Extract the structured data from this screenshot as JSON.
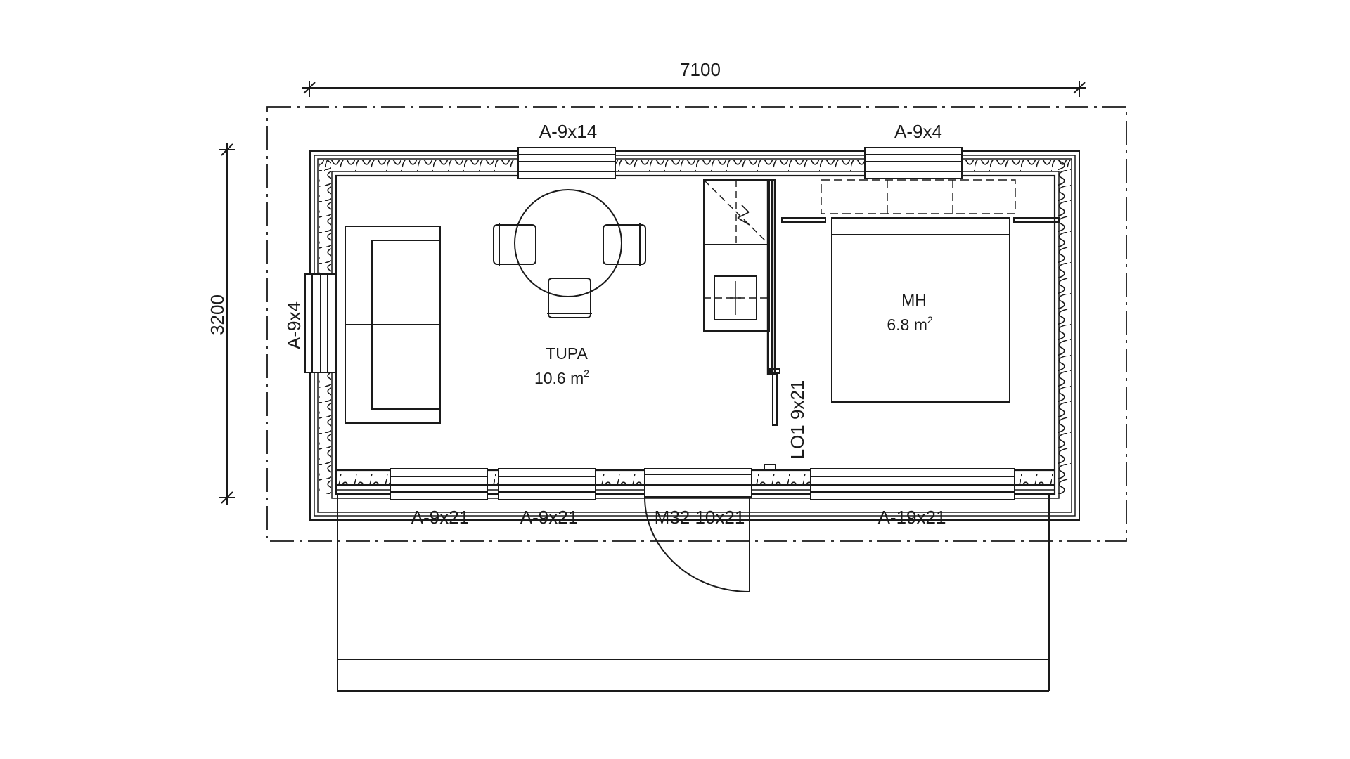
{
  "dimensions": {
    "overall_width": "7100",
    "overall_depth": "3200"
  },
  "rooms": {
    "living": {
      "name": "TUPA",
      "area_value": "10.6 m",
      "area_unit_sup": "2"
    },
    "bedroom": {
      "name": "MH",
      "area_value": "6.8 m",
      "area_unit_sup": "2"
    }
  },
  "openings": {
    "window_top_left": "A-9x14",
    "window_top_right": "A-9x4",
    "window_left": "A-9x4",
    "window_bottom_1": "A-9x21",
    "window_bottom_2": "A-9x21",
    "entrance_door": "M32 10x21",
    "window_bottom_3": "A-19x21",
    "interior_door": "LO1 9x21"
  },
  "colors": {
    "line": "#1a1a1a",
    "background": "#ffffff"
  }
}
